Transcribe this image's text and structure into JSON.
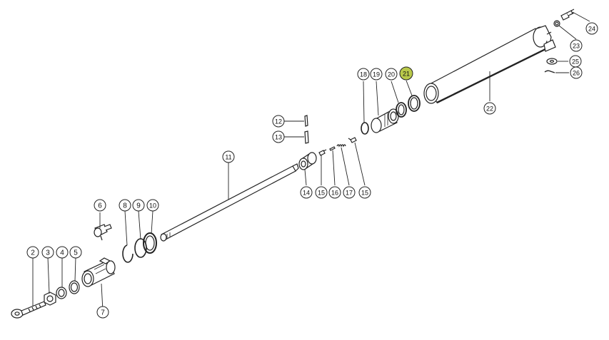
{
  "diagram": {
    "highlight_color": "#b9c94a",
    "line_color": "#222222",
    "callouts": [
      {
        "id": "c2",
        "label": "2"
      },
      {
        "id": "c3",
        "label": "3"
      },
      {
        "id": "c4",
        "label": "4"
      },
      {
        "id": "c5",
        "label": "5"
      },
      {
        "id": "c6",
        "label": "6"
      },
      {
        "id": "c7",
        "label": "7"
      },
      {
        "id": "c8",
        "label": "8"
      },
      {
        "id": "c9",
        "label": "9"
      },
      {
        "id": "c10",
        "label": "10"
      },
      {
        "id": "c11",
        "label": "11"
      },
      {
        "id": "c12",
        "label": "12"
      },
      {
        "id": "c13",
        "label": "13"
      },
      {
        "id": "c14",
        "label": "14"
      },
      {
        "id": "c15a",
        "label": "15"
      },
      {
        "id": "c16",
        "label": "16"
      },
      {
        "id": "c17",
        "label": "17"
      },
      {
        "id": "c15b",
        "label": "15"
      },
      {
        "id": "c18",
        "label": "18"
      },
      {
        "id": "c19",
        "label": "19"
      },
      {
        "id": "c20",
        "label": "20"
      },
      {
        "id": "c21",
        "label": "21",
        "highlighted": true
      },
      {
        "id": "c22",
        "label": "22"
      },
      {
        "id": "c23",
        "label": "23"
      },
      {
        "id": "c24",
        "label": "24"
      },
      {
        "id": "c25",
        "label": "25"
      },
      {
        "id": "c26",
        "label": "26"
      }
    ]
  }
}
